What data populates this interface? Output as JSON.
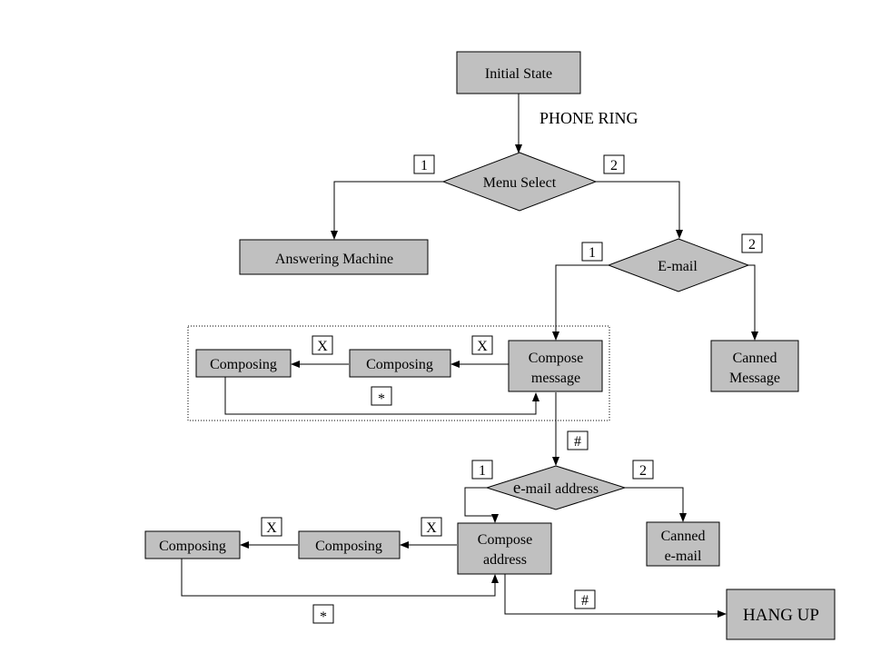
{
  "nodes": {
    "initial_state": "Initial State",
    "menu_select": "Menu Select",
    "answering_machine": "Answering Machine",
    "email": "E-mail",
    "canned_message": [
      "Canned",
      "Message"
    ],
    "compose_message": [
      "Compose",
      "message"
    ],
    "composing_msg_1": "Composing",
    "composing_msg_2": "Composing",
    "email_address_prefix": "e",
    "email_address_rest": "-mail address",
    "canned_email": [
      "Canned",
      "e-mail"
    ],
    "compose_address": [
      "Compose",
      "address"
    ],
    "composing_addr_1": "Composing",
    "composing_addr_2": "Composing",
    "hang_up": "HANG UP"
  },
  "edge_labels": {
    "phone_ring": "PHONE RING",
    "menu_1": "1",
    "menu_2": "2",
    "email_1": "1",
    "email_2": "2",
    "msg_x_1": "X",
    "msg_x_2": "X",
    "msg_star": "*",
    "msg_hash": "#",
    "addr_1": "1",
    "addr_2": "2",
    "addr_x_1": "X",
    "addr_x_2": "X",
    "addr_star": "*",
    "addr_hash": "#"
  }
}
